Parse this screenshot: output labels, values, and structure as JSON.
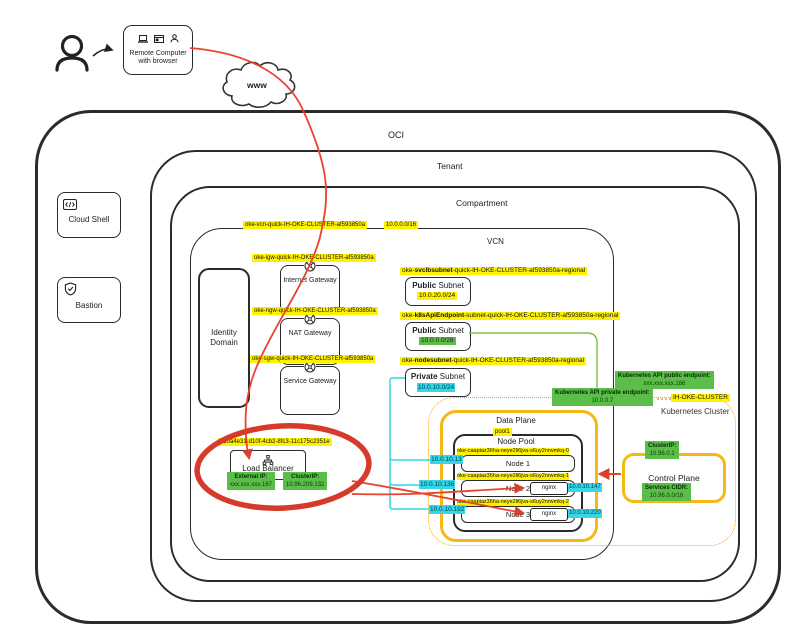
{
  "containers": {
    "oci": "OCI",
    "tenant": "Tenant",
    "compartment": "Compartment",
    "vcn": "VCN"
  },
  "external": {
    "remote_computer": "Remote Computer with browser",
    "www": "www"
  },
  "tools": {
    "cloud_shell": "Cloud Shell",
    "bastion": "Bastion"
  },
  "vcn_meta": {
    "name": "oke-vcn-quick-IH-OKE-CLUSTER-af593850a",
    "cidr": "10.0.0.0/16"
  },
  "identity_domain": "Identity Domain",
  "gateways": [
    {
      "label": "oke-igw-quick-IH-OKE-CLUSTER-af593850a",
      "name": "Internet Gateway"
    },
    {
      "label": "oke-ngw-quick-IH-OKE-CLUSTER-af593850a",
      "name": "NAT Gateway"
    },
    {
      "label": "oke-sgw-quick-IH-OKE-CLUSTER-af593850a",
      "name": "Service Gateway"
    }
  ],
  "subnets": [
    {
      "prefix": "oke-",
      "bold": "svclbsubnet",
      "suffix": "-quick-IH-OKE-CLUSTER-af593850a-regional",
      "type_bold": "Public",
      "type_rest": " Subnet",
      "cidr": "10.0.20.0/24"
    },
    {
      "prefix": "oke-",
      "bold": "k8sApiEndpoint",
      "suffix": "-subnet-quick-IH-OKE-CLUSTER-af593850a-regional",
      "type_bold": "Public",
      "type_rest": " Subnet",
      "cidr": "10.0.0.0/28"
    },
    {
      "prefix": "oke-",
      "bold": "nodesubnet",
      "suffix": "-quick-IH-OKE-CLUSTER-af593850a-regional",
      "type_bold": "Private",
      "type_rest": " Subnet",
      "cidr": "10.0.10.0/24"
    }
  ],
  "endpoints": {
    "public_title": "Kubernetes API public endpoint:",
    "public_value": "xxx.xxx.xxx.166",
    "private_title": "Kubernetes API private endpoint:",
    "private_value": "10.0.0.7"
  },
  "cluster": {
    "name": "IH-OKE-CLUSTER",
    "caption": "Kubernetes Cluster"
  },
  "data_plane": {
    "title": "Data Plane",
    "pool": "pool1",
    "node_pool": "Node Pool",
    "nodes": [
      {
        "label": "oke-caapiaz36ha-neye2li6jva-s6uy2nrwmkq-0",
        "name": "Node 1",
        "ip": "10.0.10.13"
      },
      {
        "label": "oke-caapiaz36ha-neye2li6jva-s6uy2nrwmkq-1",
        "name": "Node 2",
        "ip": "10.0.10.136",
        "pod": "nginx",
        "pod_ip": "10.0.10.147"
      },
      {
        "label": "oke-caapiaz36ha-neye2li6jva-s6uy2nrwmkq-2",
        "name": "Node 3",
        "ip": "10.0.10.192",
        "pod": "nginx",
        "pod_ip": "10.0.10.220"
      }
    ]
  },
  "control_plane": {
    "title": "Control Plane",
    "cluster_ip_title": "ClusterIP:",
    "cluster_ip": "10.96.0.1",
    "services_cidr_title": "Services CIDR:",
    "services_cidr": "10.96.0.0/16"
  },
  "load_balancer": {
    "id": "b20a4e31-d10f-4cb2-8fc3-11c175c2351e",
    "name": "Load Balancer",
    "external_ip_title": "External IP:",
    "external_ip": "xxx.xxx.xxx.167",
    "cluster_ip_title": "ClusterIP:",
    "cluster_ip": "10.96.209.132"
  },
  "colors": {
    "highlight_yellow": "#fff200",
    "highlight_green": "#5bbd4a",
    "highlight_cyan": "#35d6e8",
    "oke_orange": "#f5b915",
    "traffic_red": "#d9402c"
  }
}
